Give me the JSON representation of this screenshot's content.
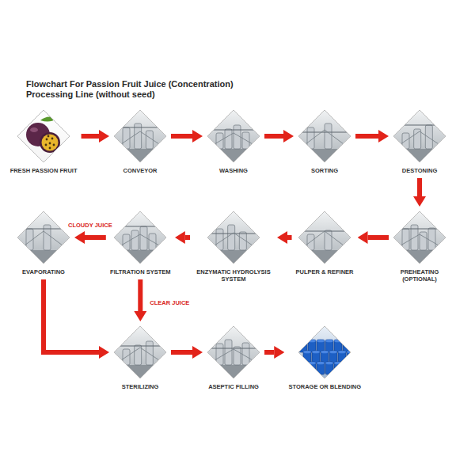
{
  "diagram": {
    "title": "Flowchart For Passion Fruit Juice (Concentration) Processing Line (without seed)",
    "nodes": [
      {
        "text": [
          "FRESH PASSION FRUIT"
        ]
      },
      {
        "text": [
          "CONVEYOR"
        ]
      },
      {
        "text": [
          "WASHING"
        ]
      },
      {
        "text": [
          "SORTING"
        ]
      },
      {
        "text": [
          "DESTONING"
        ]
      },
      {
        "text": [
          "PREHEATING (OPTIONAL)"
        ]
      },
      {
        "text": [
          "PULPER & REFINER"
        ]
      },
      {
        "text": [
          "ENZYMATIC HYDROLYSIS SYSTEM"
        ]
      },
      {
        "text": [
          "FILTRATION SYSTEM"
        ]
      },
      {
        "text": [
          "EVAPORATING"
        ]
      },
      {
        "text": [
          "STERILIZING"
        ]
      },
      {
        "text": [
          "ASEPTIC FILLING"
        ]
      },
      {
        "text": [
          "STORAGE OR BLENDING"
        ]
      }
    ],
    "edges": [
      {
        "from": 0,
        "to": 1,
        "arrow": "to"
      },
      {
        "from": 1,
        "to": 2,
        "arrow": "to"
      },
      {
        "from": 2,
        "to": 3,
        "arrow": "to"
      },
      {
        "from": 3,
        "to": 4,
        "arrow": "to"
      },
      {
        "from": 4,
        "to": 5,
        "arrow": "to"
      },
      {
        "from": 5,
        "to": 6,
        "arrow": "to"
      },
      {
        "from": 6,
        "to": 7,
        "arrow": "to"
      },
      {
        "from": 7,
        "to": 8,
        "arrow": "to"
      },
      {
        "from": 8,
        "to": 9,
        "label": "CLOUDY JUICE",
        "arrow": "to"
      },
      {
        "from": 8,
        "to": 10,
        "label": "CLEAR JUICE",
        "arrow": "to"
      },
      {
        "from": 9,
        "to": 10,
        "arrow": "to"
      },
      {
        "from": 10,
        "to": 11,
        "arrow": "to"
      },
      {
        "from": 11,
        "to": 12,
        "arrow": "to"
      }
    ]
  }
}
